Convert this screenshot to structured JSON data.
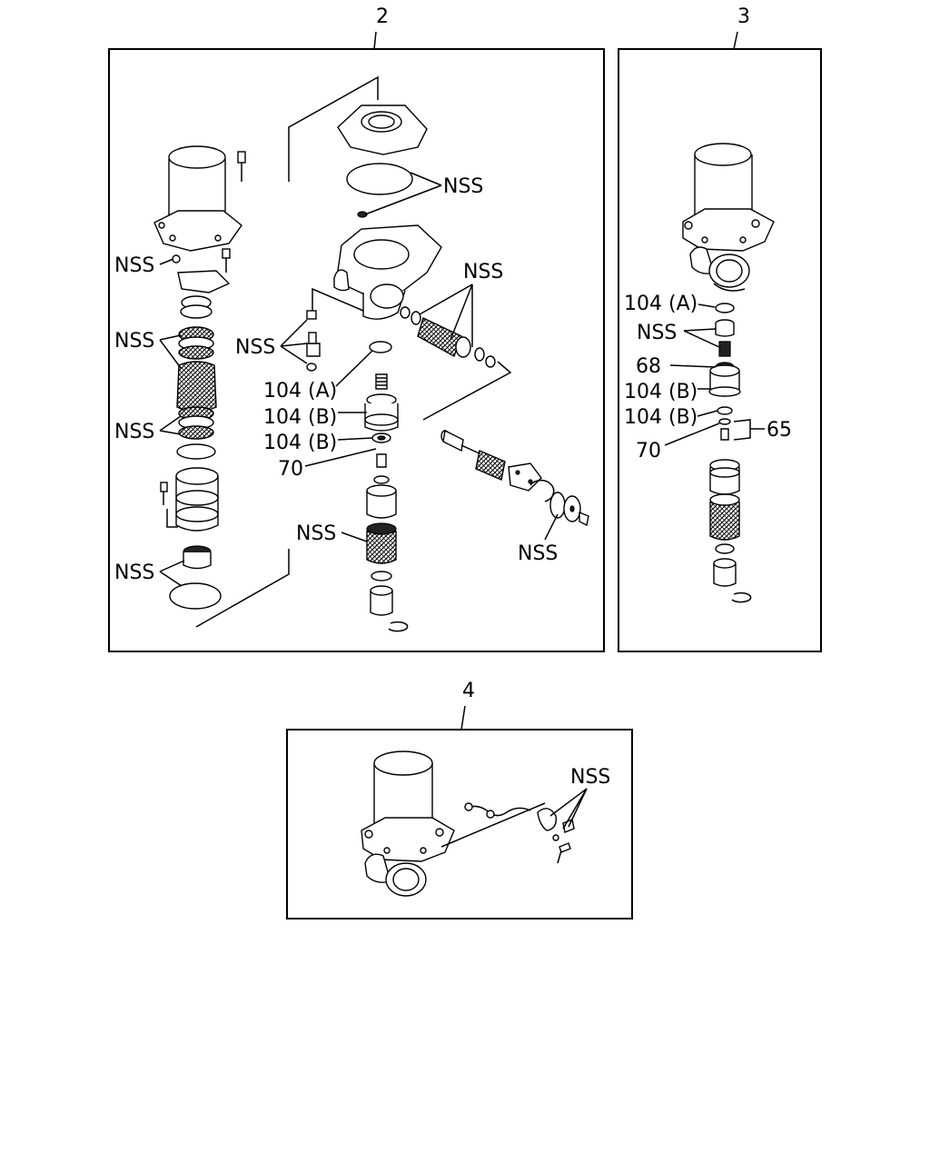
{
  "panels": {
    "p2": {
      "number": "2"
    },
    "p3": {
      "number": "3"
    },
    "p4": {
      "number": "4"
    }
  },
  "labels": {
    "nss": "NSS",
    "l104a": "104 (A)",
    "l104b": "104 (B)",
    "l70": "70",
    "l68": "68",
    "l65": "65"
  }
}
